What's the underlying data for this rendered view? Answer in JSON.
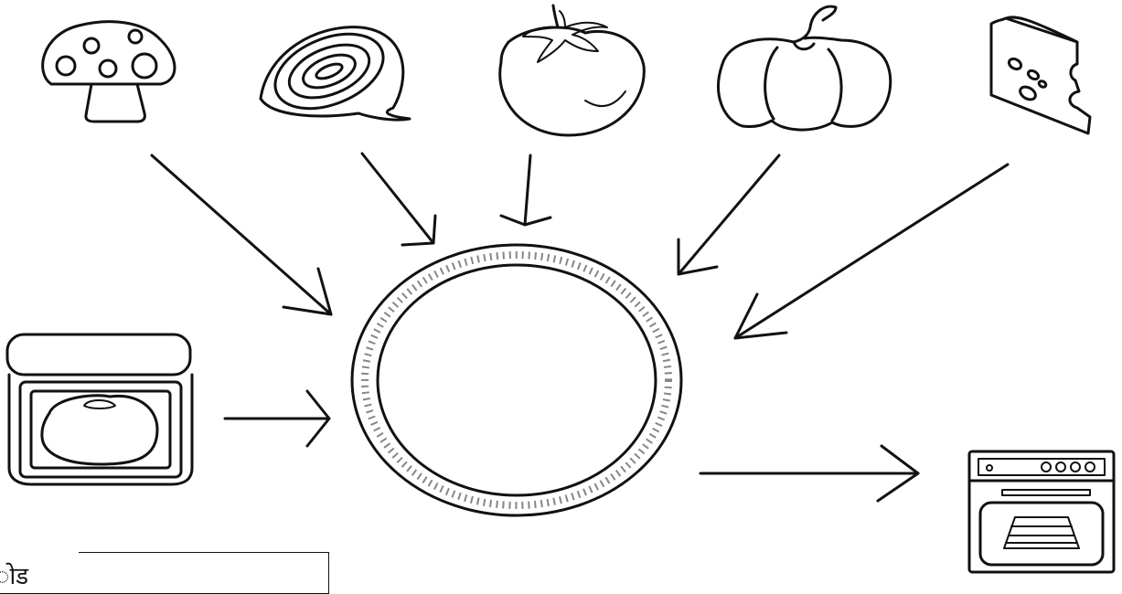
{
  "diagram": {
    "type": "flow",
    "center": {
      "name": "pizza-base"
    },
    "ingredients": [
      {
        "key": "mushroom",
        "icon": "mushroom-icon"
      },
      {
        "key": "onion",
        "icon": "onion-icon"
      },
      {
        "key": "tomato",
        "icon": "tomato-icon"
      },
      {
        "key": "bell-pepper",
        "icon": "bell-pepper-icon"
      },
      {
        "key": "cheese",
        "icon": "cheese-icon"
      },
      {
        "key": "tomato-sauce-jar",
        "icon": "sauce-jar-icon"
      }
    ],
    "output": {
      "key": "oven",
      "icon": "oven-icon"
    }
  },
  "answer_box": {
    "text": "ोड"
  }
}
